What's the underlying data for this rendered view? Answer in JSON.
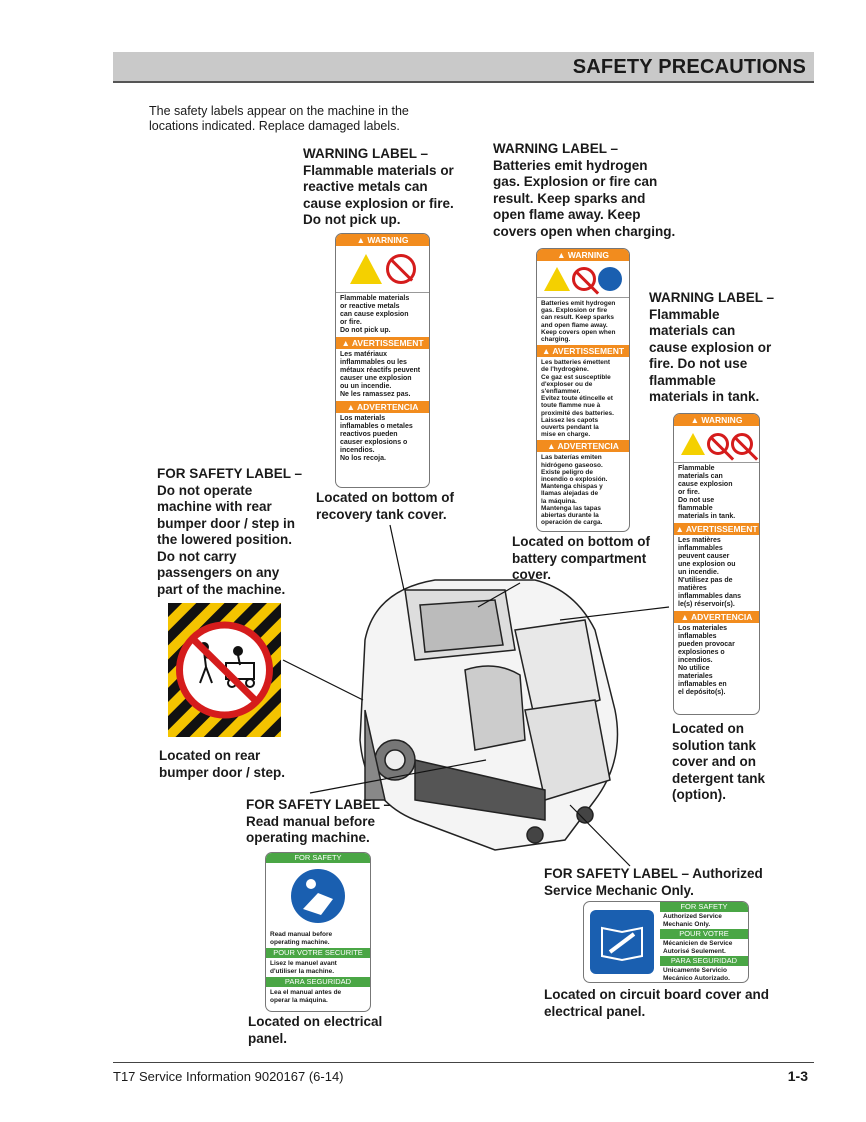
{
  "header": {
    "title": "SAFETY PRECAUTIONS"
  },
  "intro": "The safety labels appear on the machine in the locations indicated. Replace damaged labels.",
  "callouts": {
    "recovery": "WARNING LABEL –\nFlammable materials or\nreactive metals can\ncause explosion or fire.\nDo not pick up.",
    "battery": "WARNING LABEL –\nBatteries emit hydrogen\ngas. Explosion or fire can\nresult. Keep sparks and\nopen flame away. Keep\ncovers open when charging.",
    "solution": "WARNING LABEL –\nFlammable\nmaterials can\ncause explosion or\nfire. Do not use\nflammable\nmaterials in tank.",
    "bumper": "FOR SAFETY LABEL –\nDo not operate\nmachine with rear\nbumper door / step in\nthe lowered position.\nDo not carry\npassengers on any\npart of the machine.",
    "manual": "FOR SAFETY LABEL –\nRead manual before\noperating machine.",
    "service": "FOR SAFETY LABEL – Authorized\nService Mechanic Only."
  },
  "locations": {
    "recovery": "Located on bottom of\nrecovery tank cover.",
    "battery": "Located on bottom of\nbattery compartment\ncover.",
    "solution": "Located on\nsolution tank\ncover and on\ndetergent tank\n(option).",
    "bumper": "Located on rear\nbumper door / step.",
    "manual": "Located on electrical\npanel.",
    "service": "Located on circuit board cover and\nelectrical panel."
  },
  "labels": {
    "warning_header": "WARNING",
    "avertissement_header": "AVERTISSEMENT",
    "advertencia_header": "ADVERTENCIA",
    "for_safety": "FOR SAFETY",
    "pour_votre": "POUR VOTRE SECURITE",
    "para_seguridad": "PARA SEGURIDAD",
    "recovery_en": "Flammable materials\nor reactive metals\ncan cause explosion\nor fire.\nDo not pick up.",
    "recovery_fr": "Les matériaux\ninflammables ou les\nmétaux réactifs peuvent\ncauser une explosion\nou un incendie.\nNe les ramassez pas.",
    "recovery_es": "Los materials\ninflamables o metales\nreactivos pueden\ncauser explosions o\nincendios.\nNo los recoja.",
    "battery_en": "Batteries emit hydrogen\ngas. Explosion or fire\ncan result. Keep sparks\nand open flame away.\nKeep covers open when\ncharging.",
    "battery_fr": "Les batteries émettent\nde l'hydrogène.\nCe gaz est susceptible\nd'exploser ou de\ns'enflammer.\nEvitez toute étincelle et\ntoute flamme nue à\nproximité des batteries.\nLaissez les capots\nouverts pendant la\nmise en charge.",
    "battery_es": "Las baterías emiten\nhidrógeno gaseoso.\nExiste peligro de\nincendio o explosión.\nMantenga chispas y\nllamas alejadas de\nla máquina.\nMantenga las tapas\nabiertas durante la\noperación de carga.",
    "solution_en": "Flammable\nmaterials can\ncause explosion\nor fire.\nDo not use\nflammable\nmaterials in tank.",
    "solution_fr": "Les matières\ninflammables\npeuvent causer\nune explosion ou\nun incendie.\nN'utilisez pas de\nmatières\ninflammables dans\nle(s) réservoir(s).",
    "solution_es": "Los materiales\ninflamables\npueden provocar\nexplosiones o\nincendios.\nNo utilice\nmateriales\ninflamables en\nel depósito(s).",
    "manual_en": "Read manual before\noperating machine.",
    "manual_fr": "Lisez le manuel avant\nd'utiliser la machine.",
    "manual_es": "Lea el manual antes de\noperar la máquina.",
    "service_en": "Authorized Service\nMechanic Only.",
    "service_fr": "Mécanicien de Service\nAutorisé Seulement.",
    "service_es": "Unicamente Servicio\nMecánico Autorizado."
  },
  "footer": {
    "left": "T17 Service Information 9020167 (6-14)",
    "right": "1-3"
  }
}
